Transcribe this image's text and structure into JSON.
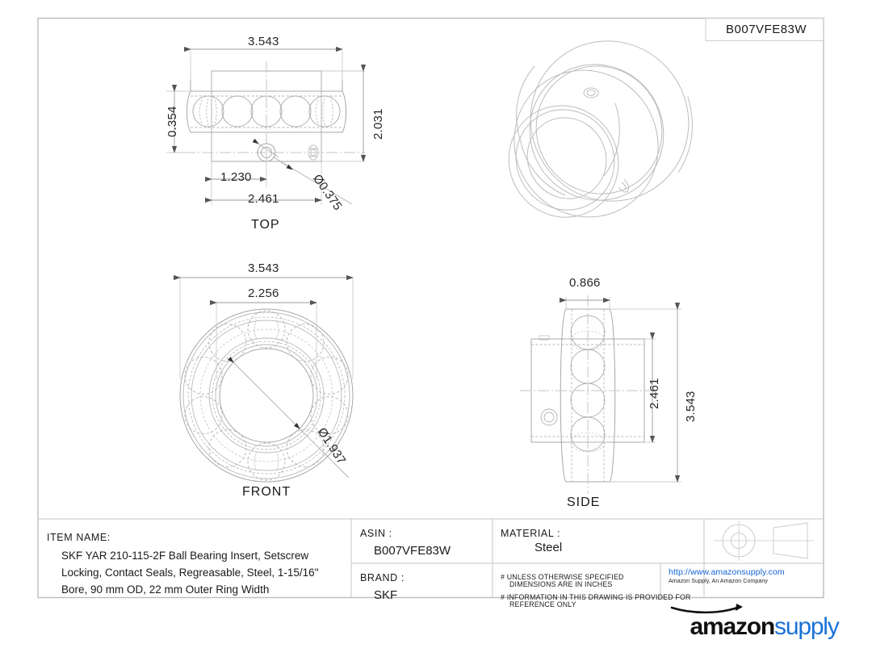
{
  "sheet": {
    "asin_header": "B007VFE83W",
    "background": "#ffffff",
    "line_color": "#9a9a9a",
    "accent_blue": "#1a72d8"
  },
  "views": {
    "top": {
      "label": "TOP",
      "dimensions": {
        "overall_width": "3.543",
        "height_left": "0.354",
        "overall_height": "2.031",
        "setscrew_offset": "1.230",
        "inner_width": "2.461",
        "setscrew_dia": "Ø0.375"
      }
    },
    "front": {
      "label": "FRONT",
      "dimensions": {
        "outer_dia": "3.543",
        "inner_ring_dia": "2.256",
        "bore_dia": "Ø1.937"
      },
      "ball_count": 10
    },
    "side": {
      "label": "SIDE",
      "dimensions": {
        "inner_ring_width": "0.866",
        "inner_dia": "2.461",
        "outer_dia": "3.543"
      }
    },
    "iso": {
      "label": "isometric-bearing-view"
    }
  },
  "title_block": {
    "item_name_label": "ITEM NAME:",
    "item_name_value": "SKF YAR 210-115-2F Ball Bearing Insert, Setscrew Locking, Contact Seals, Regreasable, Steel, 1-15/16\" Bore, 90 mm OD, 22 mm Outer Ring Width",
    "asin_label": "ASIN :",
    "asin_value": "B007VFE83W",
    "brand_label": "BRAND :",
    "brand_value": "SKF",
    "material_label": "MATERIAL :",
    "material_value": "Steel",
    "note_1_line_1": "# UNLESS OTHERWISE SPECIFIED",
    "note_1_line_2": "DIMENSIONS ARE IN INCHES",
    "note_2_line_1": "# INFORMATION IN THIS DRAWING IS PROVIDED FOR",
    "note_2_line_2": "REFERENCE ONLY",
    "url": "http://www.amazonsupply.com",
    "company": "Amazon Supply, An Amazon Company",
    "logo_part_1": "amazon",
    "logo_part_2": "supply",
    "projection_symbol": "first-angle-projection"
  }
}
